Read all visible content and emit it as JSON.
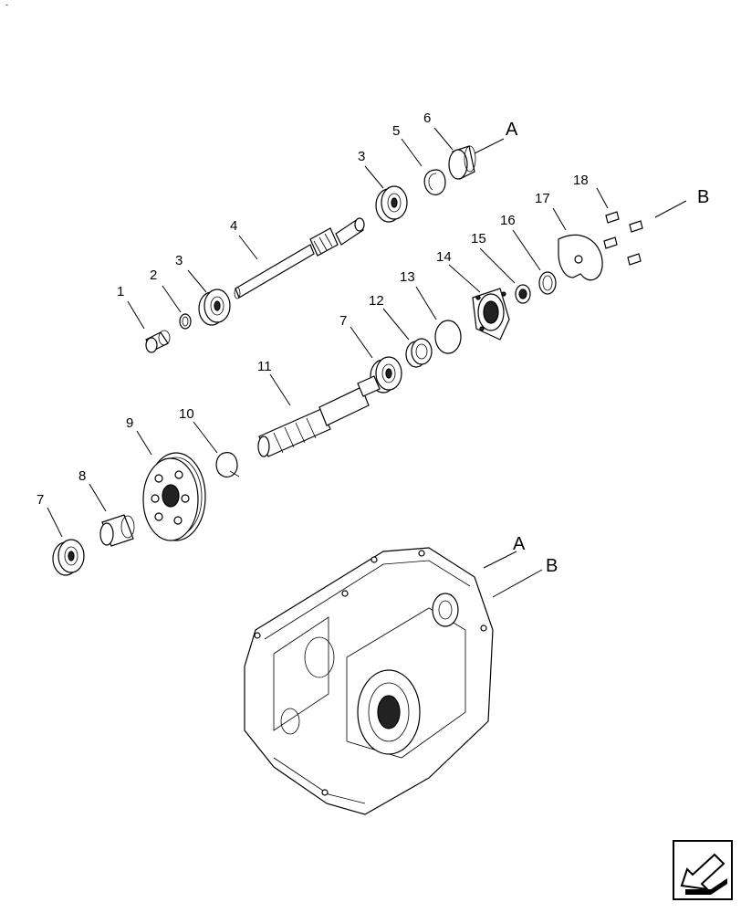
{
  "corner_mark": "-",
  "callouts": {
    "c1": "1",
    "c2": "2",
    "c3a": "3",
    "c3b": "3",
    "c4": "4",
    "c5": "5",
    "c6": "6",
    "c7a": "7",
    "c7b": "7",
    "c8": "8",
    "c9": "9",
    "c10": "10",
    "c11": "11",
    "c12": "12",
    "c13": "13",
    "c14": "14",
    "c15": "15",
    "c16": "16",
    "c17": "17",
    "c18": "18"
  },
  "refs": {
    "a_top": "A",
    "b_top": "B",
    "a_housing": "A",
    "b_housing": "B"
  },
  "nav_icon": "arrow-nav-icon"
}
